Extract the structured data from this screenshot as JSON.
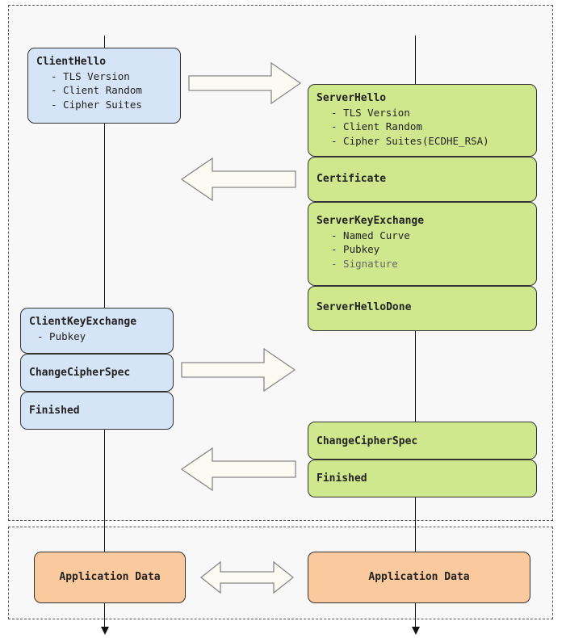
{
  "client_messages": {
    "client_hello": {
      "title": "ClientHello",
      "items": [
        "- TLS Version",
        "- Client Random",
        "- Cipher Suites"
      ]
    },
    "client_key_exchange": {
      "title": "ClientKeyExchange",
      "items": [
        "- Pubkey"
      ]
    },
    "change_cipher_spec": {
      "title": "ChangeCipherSpec"
    },
    "finished": {
      "title": "Finished"
    }
  },
  "server_messages": {
    "server_hello": {
      "title": "ServerHello",
      "items": [
        "- TLS Version",
        "- Client Random",
        "- Cipher Suites(ECDHE_RSA)"
      ]
    },
    "certificate": {
      "title": "Certificate"
    },
    "server_key_exchange": {
      "title": "ServerKeyExchange",
      "items": [
        "- Named Curve",
        "- Pubkey",
        "- Signature"
      ]
    },
    "server_hello_done": {
      "title": "ServerHelloDone"
    },
    "change_cipher_spec": {
      "title": "ChangeCipherSpec"
    },
    "finished": {
      "title": "Finished"
    }
  },
  "application": {
    "client_label": "Application Data",
    "server_label": "Application Data"
  },
  "colors": {
    "client_box": "#d6e4f7",
    "server_box": "#cfe88e",
    "app_box": "#fac99d",
    "arrow_fill": "#fbfbf3"
  }
}
